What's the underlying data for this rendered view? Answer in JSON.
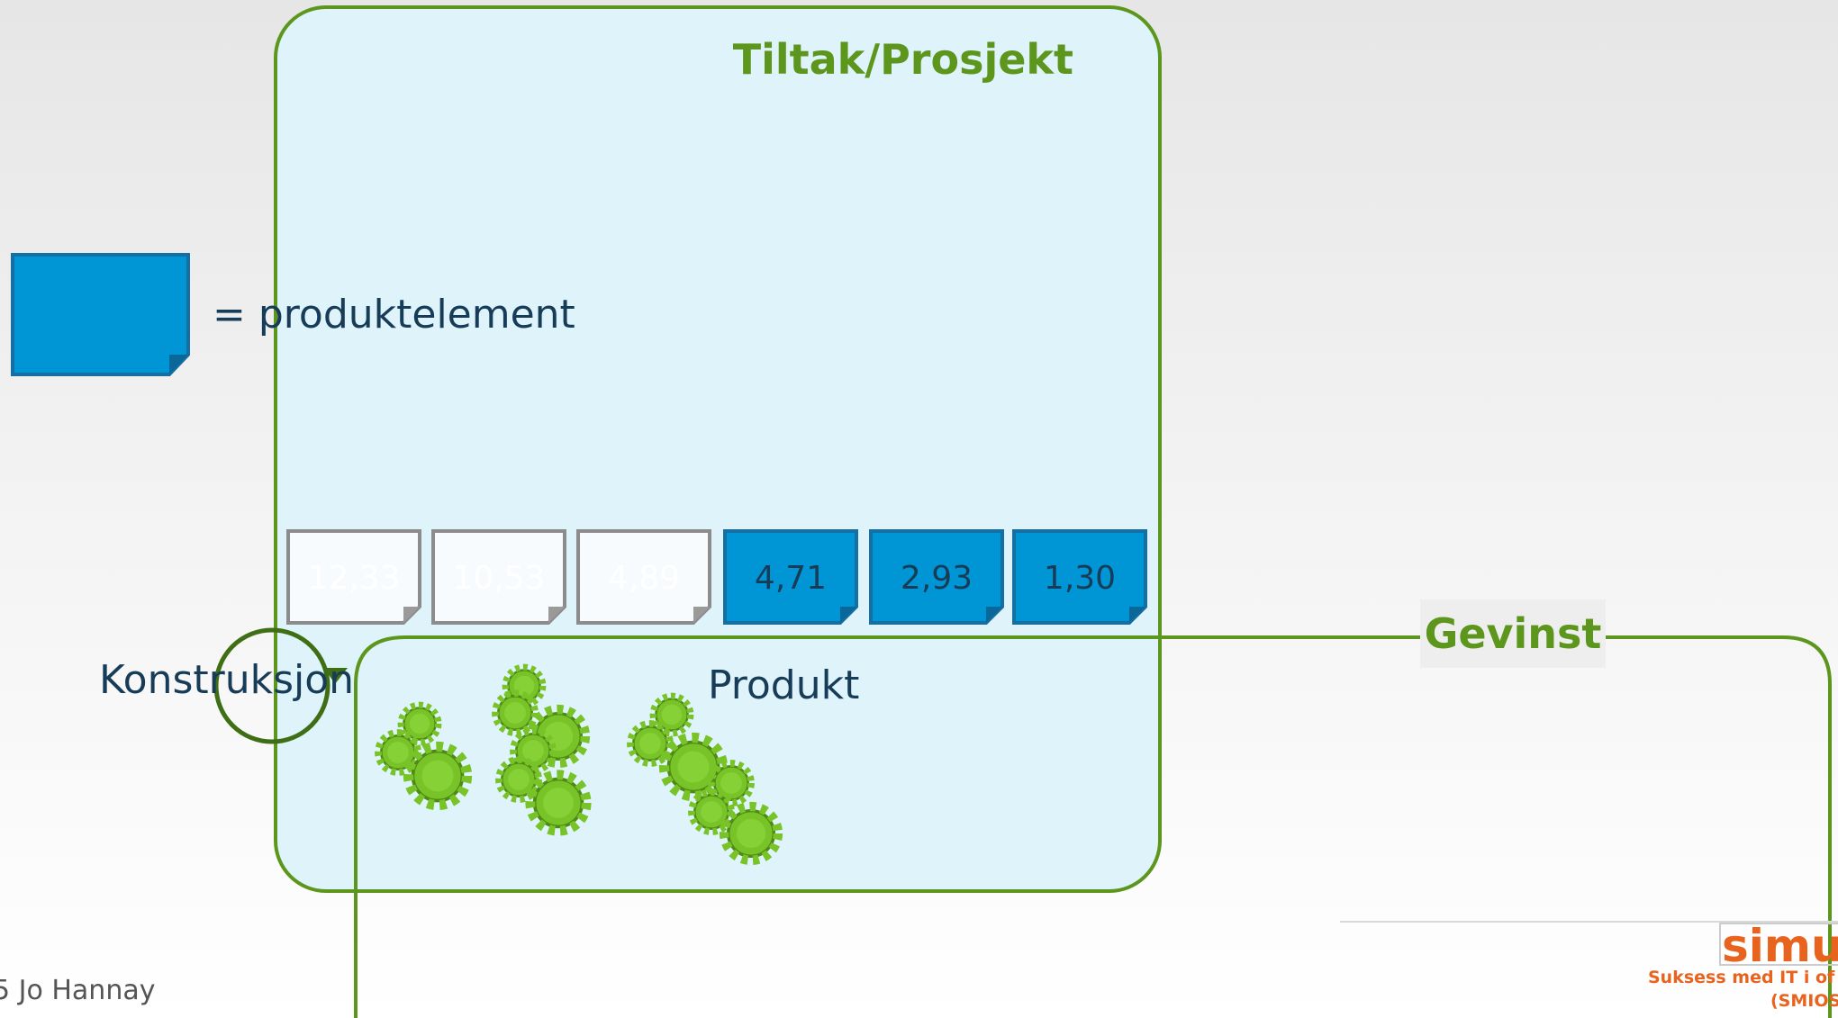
{
  "project_box": {
    "title": "Tiltak/Prosjekt"
  },
  "legend": {
    "text": "= produktelement"
  },
  "cards": [
    {
      "value": "12,33",
      "style": "outline"
    },
    {
      "value": "10,53",
      "style": "outline"
    },
    {
      "value": "4,89",
      "style": "outline"
    },
    {
      "value": "4,71",
      "style": "filled"
    },
    {
      "value": "2,93",
      "style": "filled"
    },
    {
      "value": "1,30",
      "style": "filled"
    }
  ],
  "construction": {
    "label": "Konstruksjon"
  },
  "product": {
    "label": "Produkt"
  },
  "benefit": {
    "label": "Gevinst"
  },
  "footer": {
    "author": "5 Jo Hannay"
  },
  "logo": {
    "name": "simu",
    "tagline": "Suksess med IT i of",
    "tagline2": "(SMIOS"
  },
  "colors": {
    "green": "#5d961d",
    "blue": "#0096d6",
    "box_fill": "#dff3fb",
    "gear": "#78c428",
    "dark_text": "#173c57"
  }
}
